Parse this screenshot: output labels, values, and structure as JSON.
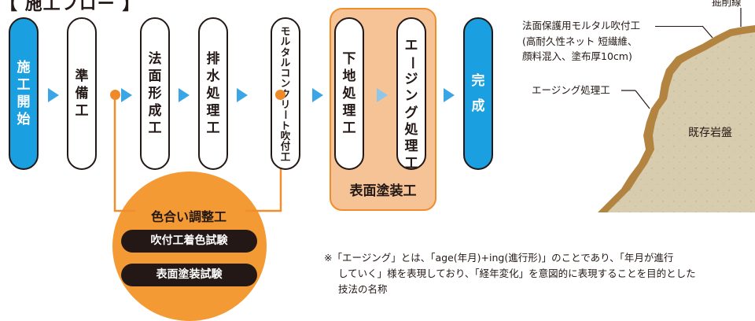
{
  "title": "【 施工フロー 】",
  "flow_steps": [
    {
      "text": "施工開始"
    },
    {
      "text": "準備工"
    },
    {
      "text": "法面形成工"
    },
    {
      "text": "排水処理工"
    },
    {
      "text": "モルタルコンクリート吹付工"
    },
    {
      "text": "下地処理工"
    },
    {
      "text": "エージング処理工"
    },
    {
      "text": "完成"
    }
  ],
  "group_label": "表面塗装工",
  "color_adjust": {
    "title": "色合い調整工",
    "tests": [
      "吹付工着色試験",
      "表面塗装試験"
    ]
  },
  "cross_section": {
    "labels": {
      "excavation": "掘削線",
      "coating_1": "法面保護用モルタル吹付工",
      "coating_2": "(高耐久性ネット 短繊維、",
      "coating_3": "顔料混入、塗布厚10cm)",
      "aging": "エージング処理工",
      "bedrock": "既存岩盤"
    }
  },
  "footnote": {
    "line1": "※「エージング」とは、「age(年月)+ing(進行形)」のことであり、「年月が進行",
    "line2": "していく」様を表現しており、「経年変化」を意図的に表現することを目的とした",
    "line3": "技法の名称"
  },
  "colors": {
    "accent_blue": "#1a9fe0",
    "arrow_blue": "#3ba6e6",
    "orange": "#f39a34",
    "orange_light": "#f6c396",
    "dark": "#231815",
    "rock": "#d7c9a9",
    "mortar": "#b5863f"
  }
}
